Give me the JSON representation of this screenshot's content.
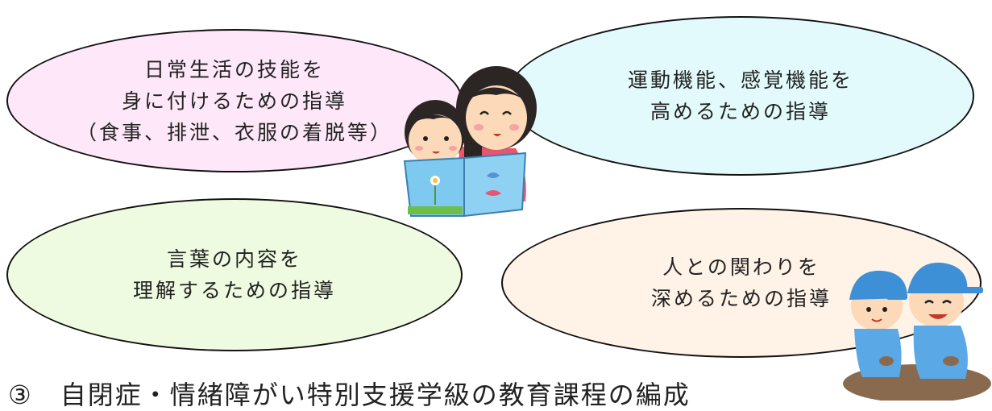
{
  "bubbles": {
    "daily_life": {
      "color": "#fde7f8",
      "lines": [
        "日常生活の技能を",
        "身に付けるための指導",
        "（食事、排泄、衣服の着脱等）"
      ]
    },
    "motor_sensory": {
      "color": "#e3fafc",
      "lines": [
        "運動機能、感覚機能を",
        "高めるための指導"
      ]
    },
    "language": {
      "color": "#eefbe0",
      "lines": [
        "言葉の内容を",
        "理解するための指導"
      ]
    },
    "relationships": {
      "color": "#fff2e6",
      "lines": [
        "人との関わりを",
        "深めるための指導"
      ]
    }
  },
  "caption": "③　自閉症・情緒障がい特別支援学級の教育課程の編成"
}
